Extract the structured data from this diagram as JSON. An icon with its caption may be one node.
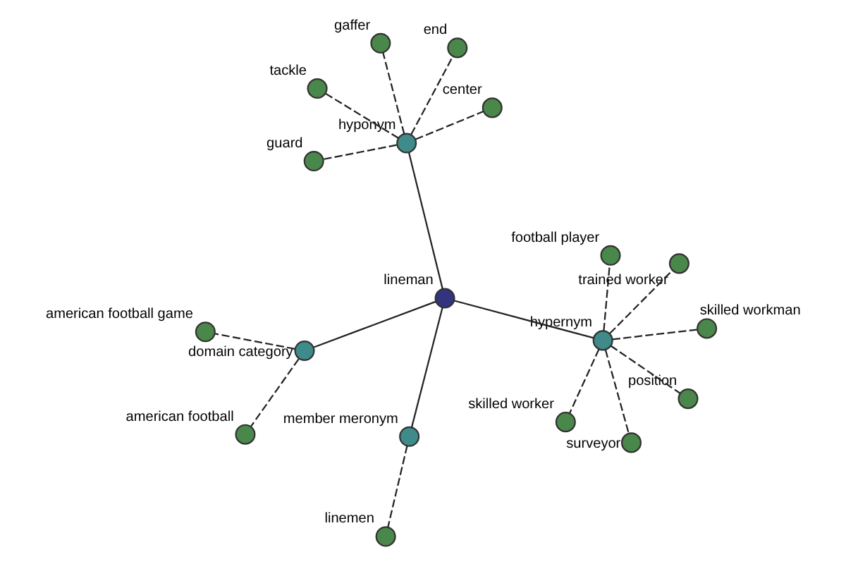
{
  "diagram": {
    "nodes": [
      {
        "text": [
          "lineman"
        ]
      },
      {
        "text": [
          "domain category"
        ]
      },
      {
        "text": [
          "member meronym"
        ]
      },
      {
        "text": [
          "hypernym"
        ]
      },
      {
        "text": [
          "hyponym"
        ]
      },
      {
        "text": [
          "american football game"
        ]
      },
      {
        "text": [
          "american football"
        ]
      },
      {
        "text": [
          "linemen"
        ]
      },
      {
        "text": [
          "skilled worker"
        ]
      },
      {
        "text": [
          "position"
        ]
      },
      {
        "text": [
          "surveyor"
        ]
      },
      {
        "text": [
          "football player"
        ]
      },
      {
        "text": [
          "skilled workman"
        ]
      },
      {
        "text": [
          "trained worker"
        ]
      },
      {
        "text": [
          "gaffer"
        ]
      },
      {
        "text": [
          "center"
        ]
      },
      {
        "text": [
          "end"
        ]
      },
      {
        "text": [
          "tackle"
        ]
      },
      {
        "text": [
          "guard"
        ]
      }
    ],
    "edges": [
      {
        "from": 0,
        "to": 1,
        "arrow": "none"
      },
      {
        "from": 0,
        "to": 2,
        "arrow": "none"
      },
      {
        "from": 0,
        "to": 3,
        "arrow": "none"
      },
      {
        "from": 0,
        "to": 4,
        "arrow": "none"
      },
      {
        "from": 1,
        "to": 5,
        "arrow": "none",
        "style": "dashed"
      },
      {
        "from": 1,
        "to": 6,
        "arrow": "none",
        "style": "dashed"
      },
      {
        "from": 2,
        "to": 7,
        "arrow": "none",
        "style": "dashed"
      },
      {
        "from": 3,
        "to": 8,
        "arrow": "none",
        "style": "dashed"
      },
      {
        "from": 3,
        "to": 9,
        "arrow": "none",
        "style": "dashed"
      },
      {
        "from": 3,
        "to": 10,
        "arrow": "none",
        "style": "dashed"
      },
      {
        "from": 3,
        "to": 11,
        "arrow": "none",
        "style": "dashed"
      },
      {
        "from": 3,
        "to": 12,
        "arrow": "none",
        "style": "dashed"
      },
      {
        "from": 3,
        "to": 13,
        "arrow": "none",
        "style": "dashed"
      },
      {
        "from": 4,
        "to": 14,
        "arrow": "none",
        "style": "dashed"
      },
      {
        "from": 4,
        "to": 15,
        "arrow": "none",
        "style": "dashed"
      },
      {
        "from": 4,
        "to": 16,
        "arrow": "none",
        "style": "dashed"
      },
      {
        "from": 4,
        "to": 17,
        "arrow": "none",
        "style": "dashed"
      },
      {
        "from": 4,
        "to": 18,
        "arrow": "none",
        "style": "dashed"
      }
    ]
  }
}
